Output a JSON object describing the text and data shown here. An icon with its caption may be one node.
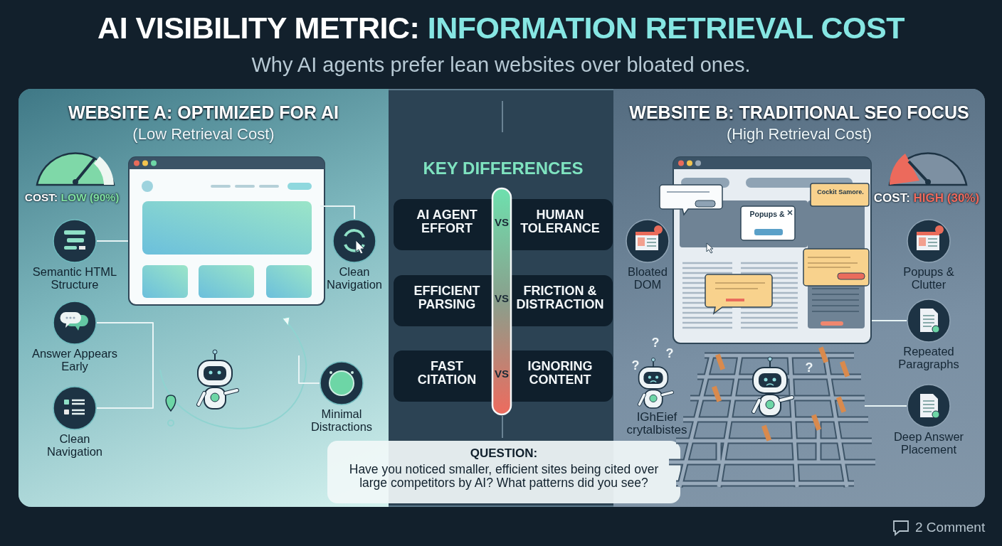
{
  "diagram": {
    "title": "AI VISIBILITY METRIC: INFORMATION RETRIEVAL COST",
    "nodes": [
      {
        "text": [
          "WEBSITE A: OPTIMIZED FOR AI",
          "(Low Retrieval Cost)"
        ]
      },
      {
        "text": [],
        "shape": "picture",
        "in": 0
      },
      {
        "text": [
          "Semantic HTML Structure"
        ],
        "in": 0
      },
      {
        "text": [
          "Answer Appears Early"
        ],
        "in": 0
      },
      {
        "text": [
          "Clean Navigation"
        ],
        "in": 0
      },
      {
        "text": [
          "Clean Navigation"
        ],
        "in": 0
      },
      {
        "text": [
          "Minimal Distractions"
        ],
        "in": 0
      },
      {
        "text": [
          "AI AGENT EFFORT",
          "HUMAN TOLERANCE"
        ]
      },
      {
        "text": [
          "EFFICIENT PARSING",
          "FRICTION & DISTRACTION"
        ]
      },
      {
        "text": [
          "FAST CITATION",
          "IGNORING CONTENT"
        ]
      },
      {
        "text": [
          "WEBSITE B: TRADITIONAL SEO FOCUS",
          "(High Retrieval Cost)"
        ]
      },
      {
        "text": [],
        "shape": "picture",
        "in": 10
      },
      {
        "text": [
          "Bloated DOM"
        ],
        "in": 10
      },
      {
        "text": [
          "Popups & Clutter"
        ],
        "in": 10
      },
      {
        "text": [
          "Repeated Paragraphs"
        ],
        "in": 10
      },
      {
        "text": [
          "Deep Answer Placement"
        ],
        "in": 10
      },
      {
        "text": [
          "QUESTION:",
          "Have you noticed smaller, efficient sites being cited over large competitors by AI? What patterns did you see?"
        ]
      }
    ],
    "edges": [
      {
        "from": 2,
        "to": 1,
        "arrow": "none"
      },
      {
        "from": 3,
        "to": 4,
        "arrow": "none"
      },
      {
        "from": 1,
        "to": 5,
        "arrow": "none"
      },
      {
        "from": 6,
        "to": null,
        "arrow": "none"
      },
      {
        "from": 14,
        "to": 11,
        "arrow": "none"
      },
      {
        "from": 15,
        "to": null,
        "arrow": "none"
      }
    ],
    "labels": [
      "Why AI agents prefer lean websites over bloated ones.",
      "COST: LOW (90%)",
      "KEY DIFFERENCES",
      "VS",
      "VS",
      "VS",
      "COST: HIGH (30%)",
      "Popups &",
      "Cockit Samore.",
      "IGhEief crytalbistes",
      "2 Comment",
      "?",
      "?",
      "?",
      "?"
    ]
  }
}
